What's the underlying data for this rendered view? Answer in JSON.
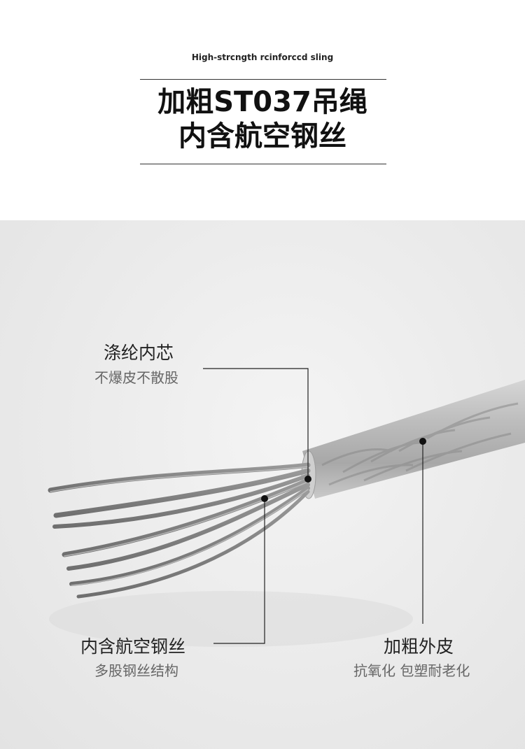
{
  "header": {
    "subtitle": "High-strcngth rcinforccd sling",
    "title_line1": "加粗ST037吊绳",
    "title_line2": "内含航空钢丝"
  },
  "callouts": {
    "polyester_core": {
      "title": "涤纶内芯",
      "desc": "不爆皮不散股"
    },
    "aviation_steel": {
      "title": "内含航空钢丝",
      "desc": "多股钢丝结构"
    },
    "thick_sheath": {
      "title": "加粗外皮",
      "desc": "抗氧化 包塑耐老化"
    }
  },
  "colors": {
    "background_top": "#ffffff",
    "photo_bg": "#ececec",
    "line": "#222222"
  }
}
